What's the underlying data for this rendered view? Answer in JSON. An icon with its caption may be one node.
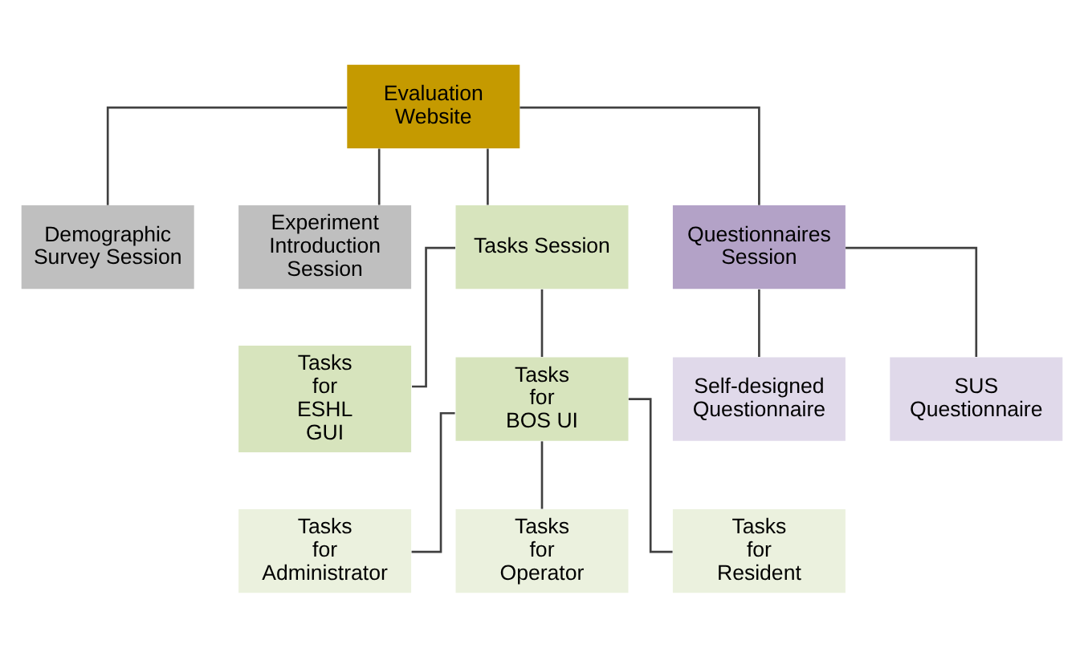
{
  "diagram": {
    "nodes": [
      {
        "text": [
          "Evaluation Website"
        ]
      },
      {
        "text": [
          "Demographic Survey Session"
        ]
      },
      {
        "text": [
          "Experiment Introduction Session"
        ]
      },
      {
        "text": [
          "Tasks Session"
        ]
      },
      {
        "text": [
          "Questionnaires Session"
        ]
      },
      {
        "text": [
          "Tasks for ESHL GUI"
        ]
      },
      {
        "text": [
          "Tasks for BOS UI"
        ]
      },
      {
        "text": [
          "Self-designed Questionnaire"
        ]
      },
      {
        "text": [
          "SUS Questionnaire"
        ]
      },
      {
        "text": [
          "Tasks for Administrator"
        ]
      },
      {
        "text": [
          "Tasks for Operator"
        ]
      },
      {
        "text": [
          "Tasks for Resident"
        ]
      }
    ],
    "edges": [
      {
        "from": 0,
        "to": 1,
        "arrow": "none"
      },
      {
        "from": 0,
        "to": 2,
        "arrow": "none"
      },
      {
        "from": 0,
        "to": 3,
        "arrow": "none"
      },
      {
        "from": 0,
        "to": 4,
        "arrow": "none"
      },
      {
        "from": 3,
        "to": 5,
        "arrow": "none"
      },
      {
        "from": 3,
        "to": 6,
        "arrow": "none"
      },
      {
        "from": 4,
        "to": 7,
        "arrow": "none"
      },
      {
        "from": 4,
        "to": 8,
        "arrow": "none"
      },
      {
        "from": 6,
        "to": 9,
        "arrow": "none"
      },
      {
        "from": 6,
        "to": 10,
        "arrow": "none"
      },
      {
        "from": 6,
        "to": 11,
        "arrow": "none"
      }
    ]
  }
}
